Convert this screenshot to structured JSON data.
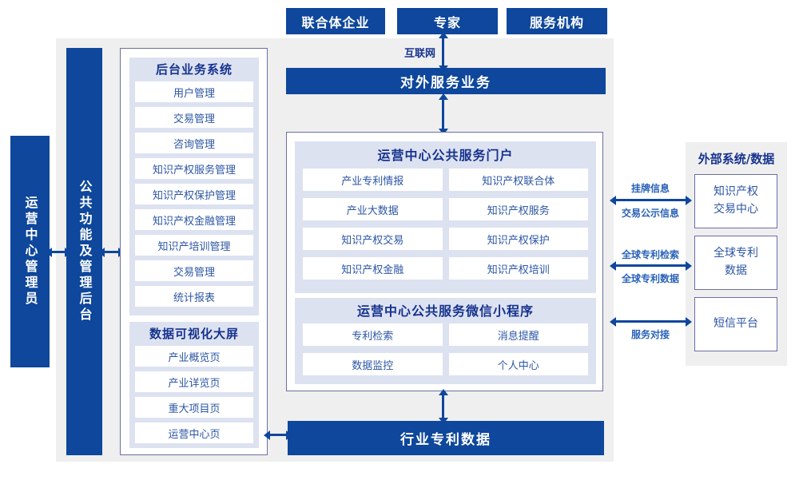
{
  "colors": {
    "blue": "#0E479B",
    "lav": "#DDE2F1",
    "gray": "#EFEFEF",
    "border": "#6A6FA5",
    "navy": "#16338E",
    "item": "#2C56A5",
    "label": "#2A62B8"
  },
  "top_actors": [
    "联合体企业",
    "专家",
    "服务机构"
  ],
  "internet": "互联网",
  "external_service_bar": "对外服务业务",
  "left_bars": {
    "admin": "运营中心管理员",
    "backend": "公共功能及管理后台"
  },
  "backend": {
    "title": "后台业务系统",
    "items": [
      "用户管理",
      "交易管理",
      "咨询管理",
      "知识产权服务管理",
      "知识产权保护管理",
      "知识产权金融管理",
      "知识产培训管理",
      "交易管理",
      "统计报表"
    ]
  },
  "dashboard": {
    "title": "数据可视化大屏",
    "items": [
      "产业概览页",
      "产业详览页",
      "重大项目页",
      "运营中心页"
    ]
  },
  "portal": {
    "title": "运营中心公共服务门户",
    "items": [
      "产业专利情报",
      "知识产权联合体",
      "产业大数据",
      "知识产权服务",
      "知识产权交易",
      "知识产权保护",
      "知识产权金融",
      "知识产权培训"
    ]
  },
  "mini": {
    "title": "运营中心公共服务微信小程序",
    "items": [
      "专利检索",
      "消息提醒",
      "数据监控",
      "个人中心"
    ]
  },
  "industry_bar": "行业专利数据",
  "external": {
    "title": "外部系统/数据",
    "systems": [
      "知识产权交易中心",
      "全球专利数据",
      "短信平台"
    ]
  },
  "links": {
    "listing": "挂牌信息",
    "publicity": "交易公示信息",
    "global_search": "全球专利检索",
    "global_data": "全球专利数据",
    "service": "服务对接"
  }
}
